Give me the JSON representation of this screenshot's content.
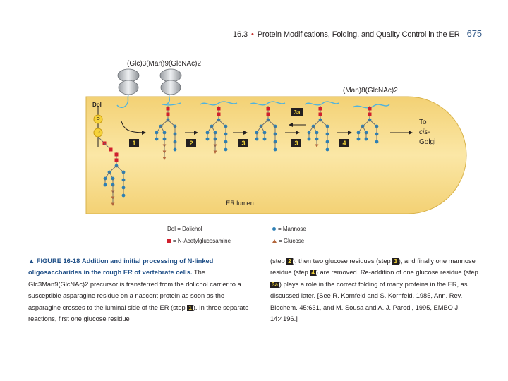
{
  "running_head": {
    "section": "16.3",
    "bullet": "•",
    "title": "Protein Modifications, Folding, and Quality Control in the ER",
    "page": "675"
  },
  "figure": {
    "precursor_label": "(Glc)3(Man)9(GlcNAc)2",
    "product_label": "(Man)8(GlcNAc)2",
    "dolichol_label": "Dol",
    "phosphate_label": "P",
    "steps": [
      "1",
      "2",
      "3",
      "3",
      "4"
    ],
    "reverse_step": "3a",
    "destination": [
      "To",
      "cis-",
      "Golgi"
    ],
    "lumen_label": "ER lumen",
    "legend": {
      "dol": "Dol = Dolichol",
      "glcnac": "= N-Acetylglucosamine",
      "mannose": "= Mannose",
      "glucose": "= Glucose"
    },
    "colors": {
      "lumen": "#f8dc7e",
      "glcnac": "#d0202d",
      "mannose": "#2d7fb4",
      "glucose": "#b3673d",
      "step_box": "#231f20",
      "step_text": "#f4d53a",
      "caption_title": "#1f4f87"
    }
  },
  "caption": {
    "tag": "▲ FIGURE 16-18",
    "title": "Addition and initial processing of N-linked oligosaccharides in the rough ER of vertebrate cells.",
    "left_a": "The Glc3Man9(GlcNAc)2 precursor is transferred from the dolichol carrier to a susceptible asparagine residue on a nascent protein as soon as the asparagine crosses to the luminal side of the ER (step",
    "step1": "1",
    "left_b": "). In three separate reactions, first one glucose residue",
    "right_a": "(step",
    "step2": "2",
    "right_b": "), then two glucose residues (step",
    "step3": "3",
    "right_c": "), and finally one mannose residue (step",
    "step4": "4",
    "right_d": ") are removed. Re-addition of one glucose residue (step",
    "step3a": "3a",
    "right_e": ") plays a role in the correct folding of many proteins in the ER, as discussed later. [See R. Kornfeld and S. Kornfeld, 1985, Ann. Rev. Biochem. 45:631, and M. Sousa and A. J. Parodi, 1995, EMBO J. 14:4196.]"
  }
}
